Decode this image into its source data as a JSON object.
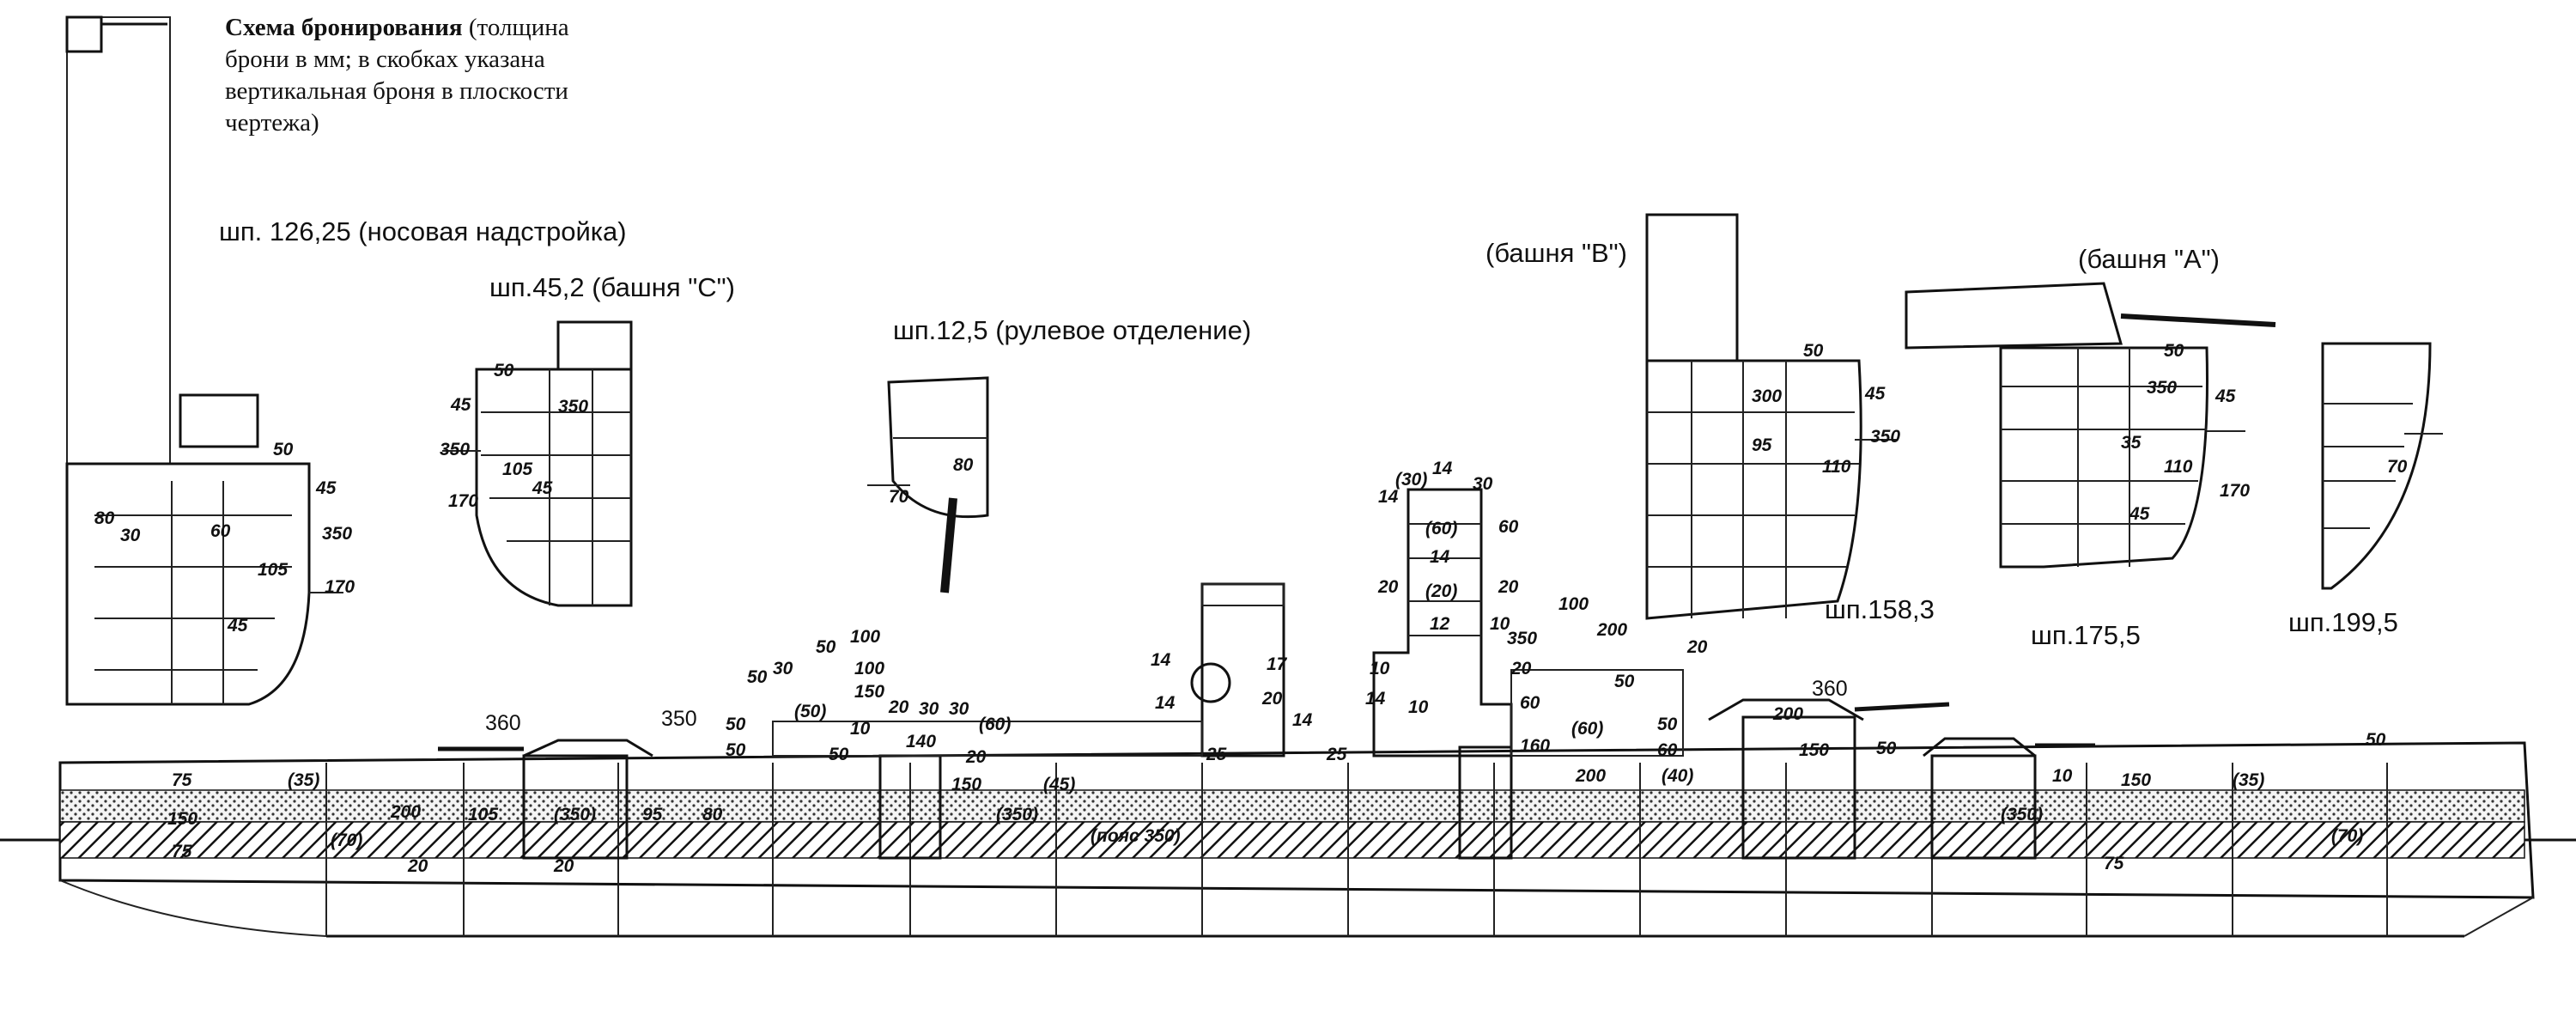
{
  "caption": {
    "bold": "Схема бронирования",
    "rest": " (толщина брони в мм; в скобках указана вертикальная броня в плоскости чертежа)"
  },
  "sections": {
    "bow_superstructure": "шп. 126,25 (носовая надстройка)",
    "turret_c": "шп.45,2 (башня \"C\")",
    "steering": "шп.12,5 (рулевое отделение)",
    "turret_b": "(башня \"B\")",
    "turret_a": "(башня \"A\")",
    "fr_158": "шп.158,3",
    "fr_175": "шп.175,5",
    "fr_199": "шп.199,5"
  },
  "labels": {
    "s1": [
      "50",
      "45",
      "350",
      "170",
      "80",
      "60",
      "105",
      "45",
      "30"
    ],
    "s2": [
      "50",
      "45",
      "350",
      "350",
      "170",
      "105",
      "45"
    ],
    "s3": [
      "80",
      "70"
    ],
    "s4": [
      "50",
      "300",
      "45",
      "350",
      "95",
      "110"
    ],
    "s5": [
      "50",
      "350",
      "45",
      "35",
      "110",
      "170",
      "45"
    ],
    "s6": [
      "70"
    ],
    "hull": {
      "bow_top": "75",
      "bow_mid": "150",
      "bow_low": "75",
      "deck_aft": "(35)",
      "lower_aft": "(70)",
      "upper_aft": "200",
      "t1": "360",
      "t2": "350",
      "t3": "360",
      "belt": "(пояс 350)",
      "b1": "105",
      "b2": "(350)",
      "b3": "95",
      "b4": "80",
      "b5": "(45)",
      "b6": "150",
      "b7": "(350)",
      "b8": "150",
      "b9": "(350)",
      "b10": "(35)",
      "b11": "(70)",
      "b12": "150",
      "b13": "75",
      "b14": "20",
      "b15": "20",
      "b16": "50",
      "b17": "25",
      "b18": "25",
      "b19": "140",
      "b20": "160",
      "b21": "200",
      "b22": "(40)",
      "b23": "200",
      "b24": "50",
      "b25": "10"
    },
    "tower": [
      "(30)",
      "14",
      "30",
      "14",
      "(60)",
      "60",
      "14",
      "20",
      "(20)",
      "20",
      "12",
      "10",
      "10",
      "20",
      "350",
      "100",
      "200",
      "20",
      "60",
      "(60)",
      "50",
      "60",
      "50",
      "10",
      "14"
    ],
    "aft_sup": [
      "50",
      "30",
      "50",
      "100",
      "100",
      "150",
      "(50)",
      "10",
      "20",
      "30",
      "(60)",
      "50",
      "20",
      "50",
      "50",
      "30",
      "14",
      "14",
      "17",
      "20",
      "14"
    ]
  }
}
